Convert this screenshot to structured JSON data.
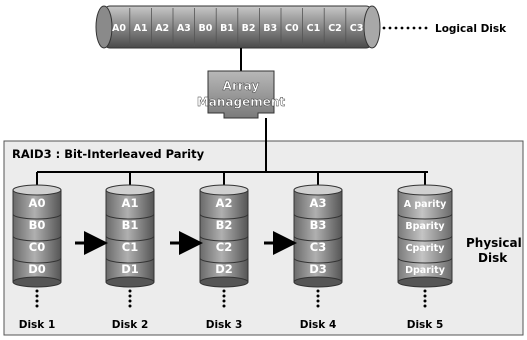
{
  "logical_disk": {
    "blocks": [
      "A0",
      "A1",
      "A2",
      "A3",
      "B0",
      "B1",
      "B2",
      "B3",
      "C0",
      "C1",
      "C2",
      "C3"
    ],
    "label": "Logical Disk"
  },
  "array_management": {
    "line1": "Array",
    "line2": "Management"
  },
  "raid_panel": {
    "title": "RAID3 : Bit-Interleaved Parity",
    "physical_label_line1": "Physical",
    "physical_label_line2": "Disk"
  },
  "disks": [
    {
      "label": "Disk 1",
      "segments": [
        "A0",
        "B0",
        "C0",
        "D0"
      ],
      "parity": false
    },
    {
      "label": "Disk 2",
      "segments": [
        "A1",
        "B1",
        "C1",
        "D1"
      ],
      "parity": false
    },
    {
      "label": "Disk 3",
      "segments": [
        "A2",
        "B2",
        "C2",
        "D2"
      ],
      "parity": false
    },
    {
      "label": "Disk 4",
      "segments": [
        "A3",
        "B3",
        "C3",
        "D3"
      ],
      "parity": false
    },
    {
      "label": "Disk 5",
      "segments": [
        "A parity",
        "Bparity",
        "Cparity",
        "Dparity"
      ],
      "parity": true
    }
  ],
  "colors": {
    "cylinder_dark": "#4a4a4a",
    "cylinder_mid": "#8a8a8a",
    "cylinder_light": "#c8c8c8",
    "panel_fill": "#ececec",
    "segment_text": "#ffffff"
  }
}
